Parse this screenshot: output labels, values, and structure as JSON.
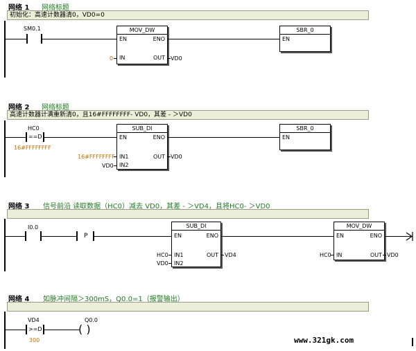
{
  "networks": [
    {
      "label": "网络 1",
      "title": "网络标题",
      "comment": "初始化：高速计数器清0，VD0=0"
    },
    {
      "label": "网络 2",
      "title": "网络标题",
      "comment": "高速计数器计满重新清0，且16#FFFFFFFF- VD0，其差 - ＞VD0"
    },
    {
      "label": "网络 3",
      "title": "信号前沿 读取数据（HC0）减去 VD0，其差 - ＞VD4，且将HC0- ＞VD0",
      "comment": ""
    },
    {
      "label": "网络 4",
      "title": "如脉冲间隔＞300mS，Q0.0=1（报警输出）",
      "comment": ""
    }
  ],
  "n1": {
    "contact": "SM0.1",
    "mov": {
      "name": "MOV_DW",
      "en": "EN",
      "eno": "ENO",
      "in": "IN",
      "out": "OUT",
      "in_val": "0",
      "out_val": "VD0"
    },
    "sbr": {
      "name": "SBR_0",
      "en": "EN"
    }
  },
  "n2": {
    "contact": "HC0",
    "op": "==D",
    "operand2": "16#FFFFFFFF",
    "sub": {
      "name": "SUB_DI",
      "en": "EN",
      "eno": "ENO",
      "in1": "IN1",
      "in2": "IN2",
      "out": "OUT",
      "in1_val": "16#FFFFFFFF",
      "in2_val": "VD0",
      "out_val": "VD0"
    },
    "sbr": {
      "name": "SBR_0",
      "en": "EN"
    }
  },
  "n3": {
    "contact": "I0.0",
    "p": "P",
    "sub": {
      "name": "SUB_DI",
      "en": "EN",
      "eno": "ENO",
      "in1": "IN1",
      "in2": "IN2",
      "out": "OUT",
      "in1_val": "HC0",
      "in2_val": "VD0",
      "out_val": "VD4"
    },
    "mov": {
      "name": "MOV_DW",
      "en": "EN",
      "eno": "ENO",
      "in": "IN",
      "out": "OUT",
      "in_val": "HC0",
      "out_val": "VD0"
    }
  },
  "n4": {
    "contact": "VD4",
    "op": ">=D",
    "operand2": "300",
    "coil": "Q0.0",
    "coil_sym": "(    )"
  },
  "watermark": "www.321gk.com"
}
